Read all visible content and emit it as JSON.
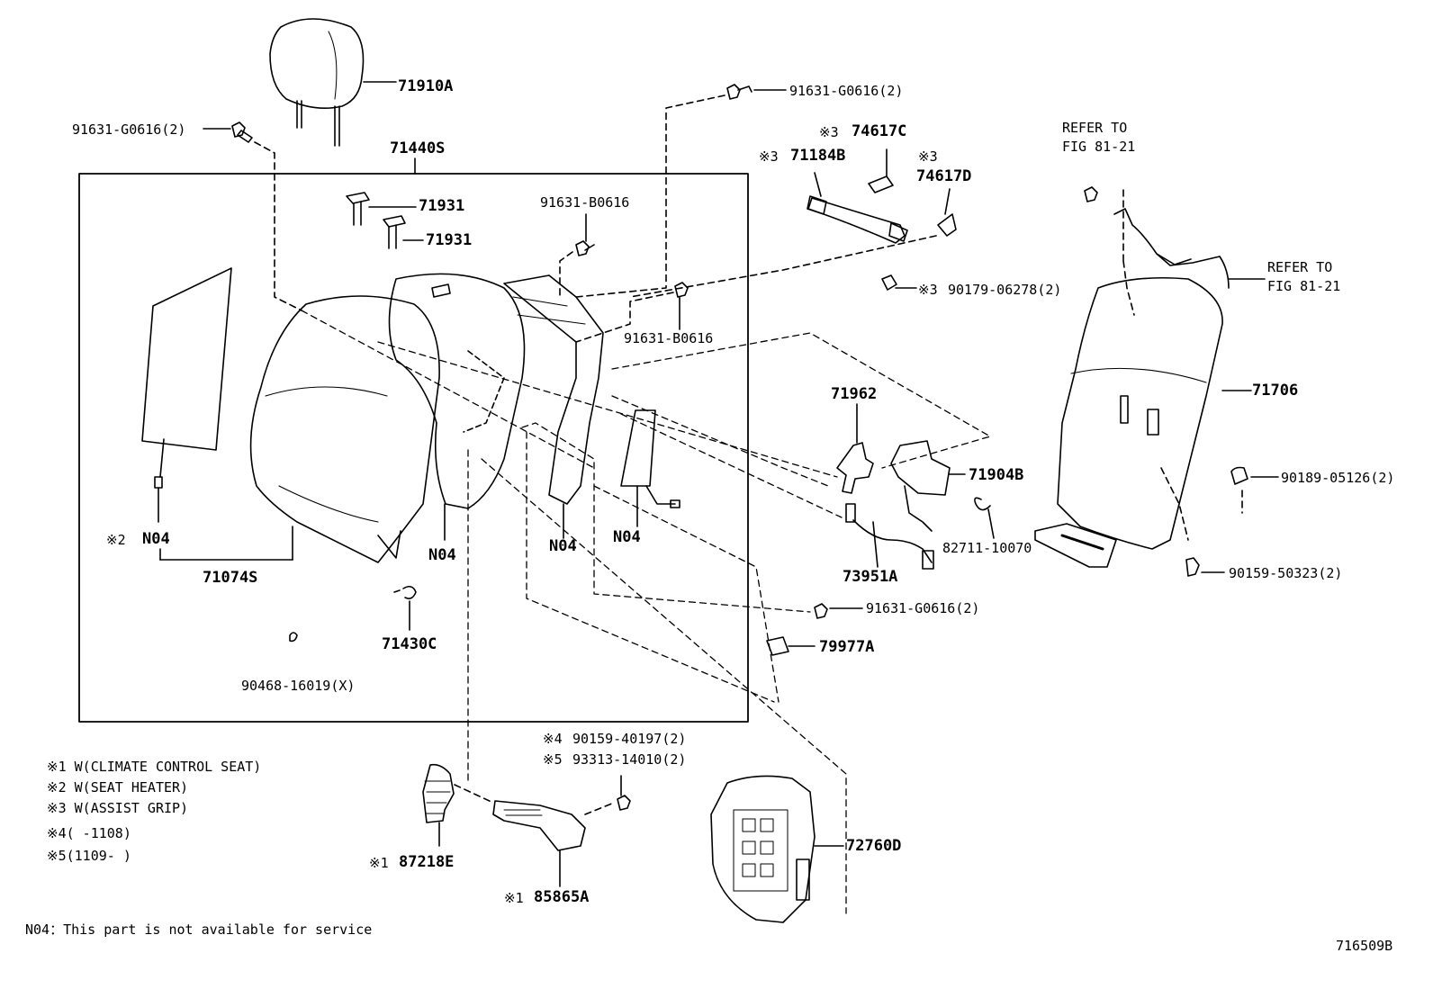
{
  "labels": {
    "headrest": "71910A",
    "bolt_left": "91631-G0616(2)",
    "seatback_assy": "71440S",
    "bolt_top_right": "91631-G0616(2)",
    "pin_1": "71931",
    "pin_2": "71931",
    "bolt_b_1": "91631-B0616",
    "bolt_b_2": "91631-B0616",
    "grip_note": "※3",
    "grip": "71184B",
    "cap_c_note": "※3",
    "cap_c": "74617C",
    "cap_d_note": "※3",
    "cap_d": "74617D",
    "clip_90179_note": "※3",
    "clip_90179": "90179-06278(2)",
    "refer_1_line1": "REFER TO",
    "refer_1_line2": "FIG 81-21",
    "refer_2_line1": "REFER TO",
    "refer_2_line2": "FIG 81-21",
    "back_board": "71706",
    "clip_90189": "90189-05126(2)",
    "clip_90159": "90159-50323(2)",
    "bracket_71962": "71962",
    "lock_71904b": "71904B",
    "cable_73951a": "73951A",
    "clip_82711": "82711-10070",
    "bolt_bottom": "91631-G0616(2)",
    "cover_79977a": "79977A",
    "heater_note": "※2",
    "n04_heater": "N04",
    "n04_pad": "N04",
    "n04_frame": "N04",
    "n04_airbag": "N04",
    "cover_71074s": "71074S",
    "hook_71430c": "71430C",
    "ring_90468": "90468-16019(X)",
    "screw_4_note": "※4",
    "screw_4": "90159-40197(2)",
    "screw_5_note": "※5",
    "screw_5": "93313-14010(2)",
    "duct_note": "※1",
    "duct": "87218E",
    "blower_note": "※1",
    "blower": "85865A",
    "panel_72760d": "72760D"
  },
  "legend": [
    "※1 W(CLIMATE CONTROL SEAT)",
    "※2 W(SEAT HEATER)",
    "※3 W(ASSIST GRIP)",
    "※4(    -1108)",
    "※5(1109-    )"
  ],
  "footnote": "N04：This part is not available for service",
  "figure_id": "716509B"
}
